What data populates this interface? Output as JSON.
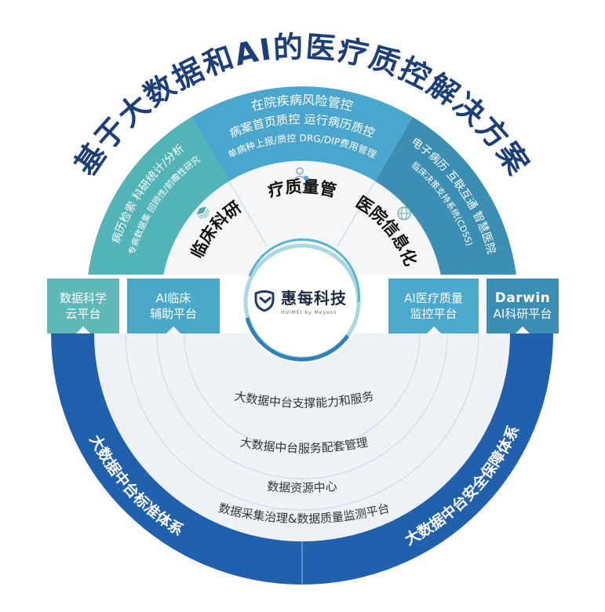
{
  "title": "基于大数据和AI的医疗质控解决方案",
  "top_band": {
    "middle": {
      "lines": [
        "在院疾病风险管控",
        "病案首页质控  运行病历质控",
        "单病种上报/质控  DRG/DIP费用管理"
      ]
    },
    "left": {
      "lines": [
        "病历检索  科研统计/分析",
        "专病数据集  回顾性/前瞻性研究"
      ]
    },
    "right": {
      "lines": [
        "电子病历  互联互通  智慧医院",
        "临床决策支持系统(CDSS)"
      ]
    }
  },
  "inner_sectors": [
    {
      "label": "临床科研",
      "icon": "layers-icon"
    },
    {
      "label": "医疗质量管理",
      "icon": "user-gear-icon"
    },
    {
      "label": "医院信息化",
      "icon": "globe-icon"
    }
  ],
  "platforms": [
    {
      "line1": "数据科学",
      "line2": "云平台"
    },
    {
      "line1": "AI临床",
      "line2": "辅助平台"
    },
    {
      "line1": "AI医疗质量",
      "line2": "监控平台"
    },
    {
      "line1": "Darwin",
      "line2": "AI科研平台"
    }
  ],
  "logo": {
    "name": "惠每科技",
    "subtitle": "HUIMEI  by Meyson"
  },
  "bottom": {
    "layers": [
      "大数据中台支撑能力和服务",
      "大数据中台服务配套管理",
      "数据资源中心",
      "数据采集治理&数据质量监测平台"
    ],
    "left_label": "大数据中台标准体系",
    "right_label": "大数据中台安全保障体系"
  },
  "colors": {
    "title": "#1c3f78",
    "teal": "#52b4b6",
    "mid_blue": "#4aa6cc",
    "right_blue": "#3d8eb3",
    "dark_blue": "#2060ad"
  }
}
